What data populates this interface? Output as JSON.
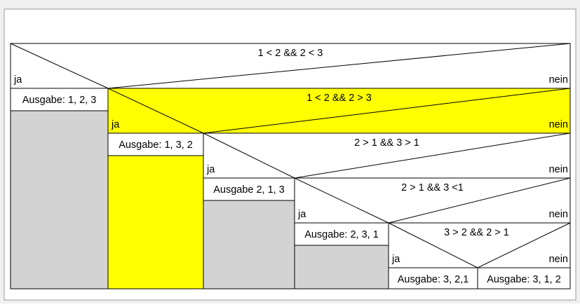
{
  "colors": {
    "frame_background": "#f0f0f0",
    "page_background": "#ffffff",
    "highlight": "#ffff00",
    "empty_block": "#d3d3d3",
    "line": "#000000"
  },
  "diagram": {
    "labels": {
      "yes": "ja",
      "no": "nein"
    },
    "decisions": [
      {
        "condition": "1 < 2 && 2 < 3",
        "highlighted": false
      },
      {
        "condition": "1 < 2  && 2 > 3",
        "highlighted": true
      },
      {
        "condition": "2 > 1 && 3 > 1",
        "highlighted": false
      },
      {
        "condition": "2 > 1 && 3 <1",
        "highlighted": false
      },
      {
        "condition": "3 > 2 && 2 > 1",
        "highlighted": false
      }
    ],
    "outputs": [
      {
        "text": "Ausgabe: 1, 2, 3",
        "filler_highlighted": false
      },
      {
        "text": "Ausgabe: 1, 3, 2",
        "filler_highlighted": true
      },
      {
        "text": "Ausgabe 2, 1, 3",
        "filler_highlighted": false
      },
      {
        "text": "Ausgabe: 2, 3, 1",
        "filler_highlighted": false
      },
      {
        "text": "Ausgabe: 3, 2,1",
        "filler_highlighted": false
      },
      {
        "text": "Ausgabe: 3, 1, 2",
        "filler_highlighted": false
      }
    ]
  }
}
